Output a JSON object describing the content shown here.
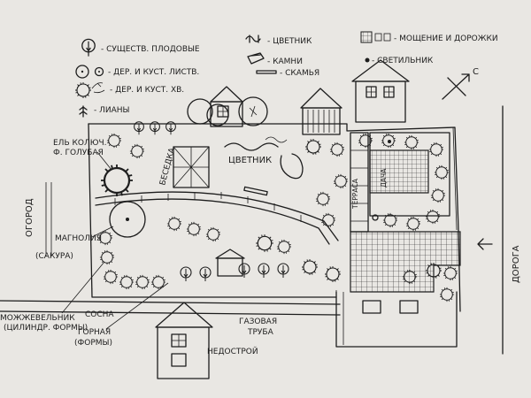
{
  "legend": {
    "fruit_trees": "- СУЩЕСТВ. ПЛОДОВЫЕ",
    "deciduous": "- ДЕР. И КУСТ. ЛИСТВ.",
    "conifers": "- ДЕР. И КУСТ. ХВ.",
    "vines": "- ЛИАНЫ",
    "flowerbed": "- ЦВЕТНИК",
    "stones": "- КАМНИ",
    "bench": "- СКАМЬЯ",
    "paving": "- МОЩЕНИЕ И ДОРОЖКИ",
    "lamp": "- СВЕТИЛЬНИК"
  },
  "compass": "С",
  "labels": {
    "fir": "ЕЛЬ КОЛЮЧ.",
    "fir_sub": "Ф. ГОЛУБАЯ",
    "gazebo": "БЕСЕДКА",
    "flowerbed": "ЦВЕТНИК",
    "garden": "ОГОРОД",
    "magnolia": "МАГНОЛИЯ",
    "sakura": "(САКУРА)",
    "juniper": "МОЖЖЕВЕЛЬНИК",
    "juniper_sub": "(ЦИЛИНДР. ФОРМЫ)",
    "pine": "СОСНА",
    "pine_sub": "ГОРНАЯ",
    "pine_forms": "(ФОРМЫ)",
    "gas_pipe": "ГАЗОВАЯ",
    "gas_pipe_sub": "ТРУБА",
    "unfinished": "НЕДОСТРОЙ",
    "road": "ДОРОГА",
    "house_word": "ДАЧА",
    "terrace_word": "ТЕРРАСА"
  }
}
